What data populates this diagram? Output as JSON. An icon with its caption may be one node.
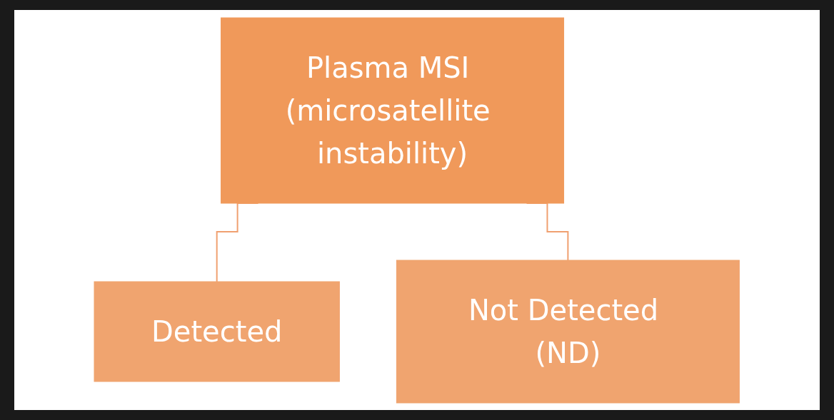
{
  "diagram": {
    "nodes": [
      {
        "text": [
          "Plasma MSI (microsatellite instability)"
        ]
      },
      {
        "text": [
          "Detected"
        ]
      },
      {
        "text": [
          "Not Detected (ND)"
        ]
      }
    ],
    "edges": [
      {
        "from": 0,
        "to": 1,
        "arrow": "none"
      },
      {
        "from": 0,
        "to": 2,
        "arrow": "none"
      }
    ]
  }
}
